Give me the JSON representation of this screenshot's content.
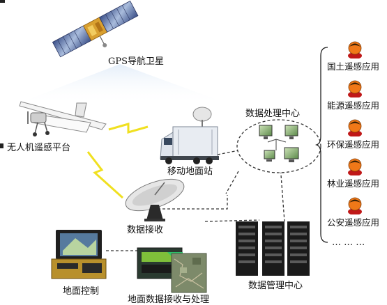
{
  "nodes": {
    "gps": "GPS导航卫星",
    "uav": "无人机遥感平台",
    "mobile_station": "移动地面站",
    "data_center": "数据处理中心",
    "receiver": "数据接收",
    "ground_control": "地面控制",
    "ground_processing": "地面数据接收与处理",
    "data_management": "数据管理中心"
  },
  "applications": [
    "国土遥感应用",
    "能源遥感应用",
    "环保遥感应用",
    "林业遥感应用",
    "公安遥感应用"
  ],
  "ellipsis": "…  …  …",
  "colors": {
    "avatar_face": "#f07818",
    "avatar_body": "#c01818",
    "link_lightning": "#f0e020",
    "dashed_link": "#333333",
    "truck_body": "#e8ecf2",
    "server": "#1a1a1a"
  }
}
